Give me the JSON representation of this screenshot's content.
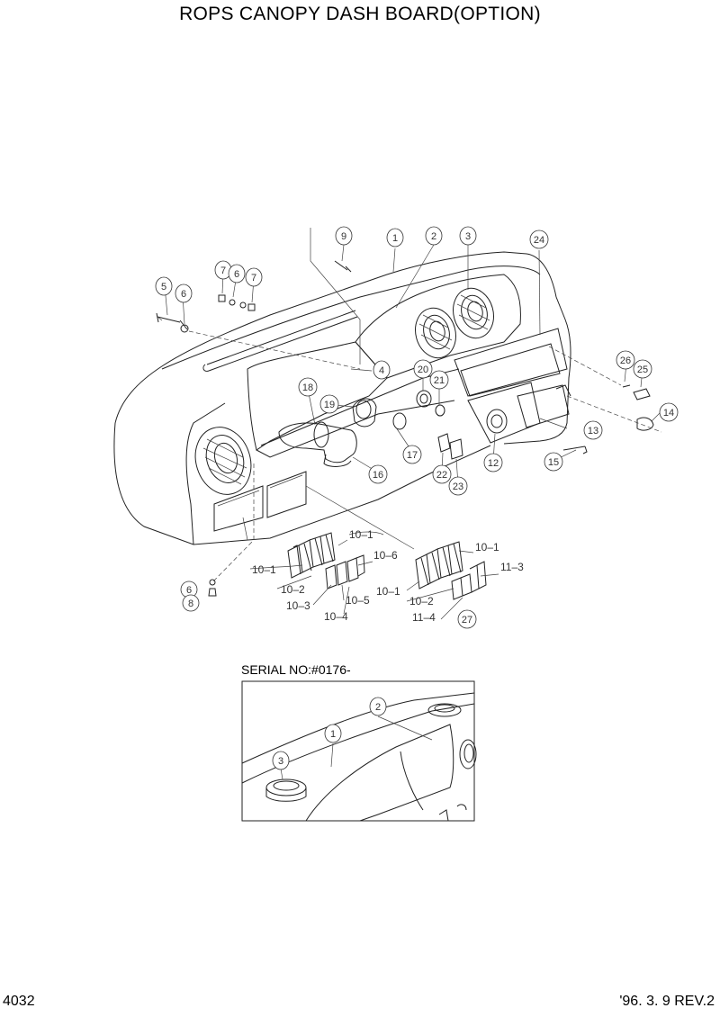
{
  "title": "ROPS CANOPY DASH BOARD(OPTION)",
  "page_number": "4032",
  "revision": "'96. 3. 9  REV.2",
  "serial_label": "SERIAL NO:#0176-",
  "callouts": {
    "c1": "1",
    "c2": "2",
    "c3": "3",
    "c4": "4",
    "c5": "5",
    "c6a": "6",
    "c6b": "6",
    "c6c": "6",
    "c7a": "7",
    "c7b": "7",
    "c8": "8",
    "c9": "9",
    "c12": "12",
    "c13": "13",
    "c14": "14",
    "c15": "15",
    "c16": "16",
    "c17": "17",
    "c18": "18",
    "c19": "19",
    "c20": "20",
    "c21": "21",
    "c22": "22",
    "c23": "23",
    "c24": "24",
    "c25": "25",
    "c26": "26",
    "c27": "27"
  },
  "switch_refs": {
    "r10_1a": "10–1",
    "r10_1b": "10–1",
    "r10_1c": "10–1",
    "r10_1d": "10–1",
    "r10_2a": "10–2",
    "r10_2b": "10–2",
    "r10_3": "10–3",
    "r10_4": "10–4",
    "r10_5": "10–5",
    "r10_6": "10–6",
    "r11_3": "11–3",
    "r11_4": "11–4"
  },
  "inset_callouts": {
    "i1": "1",
    "i2": "2",
    "i3": "3"
  }
}
